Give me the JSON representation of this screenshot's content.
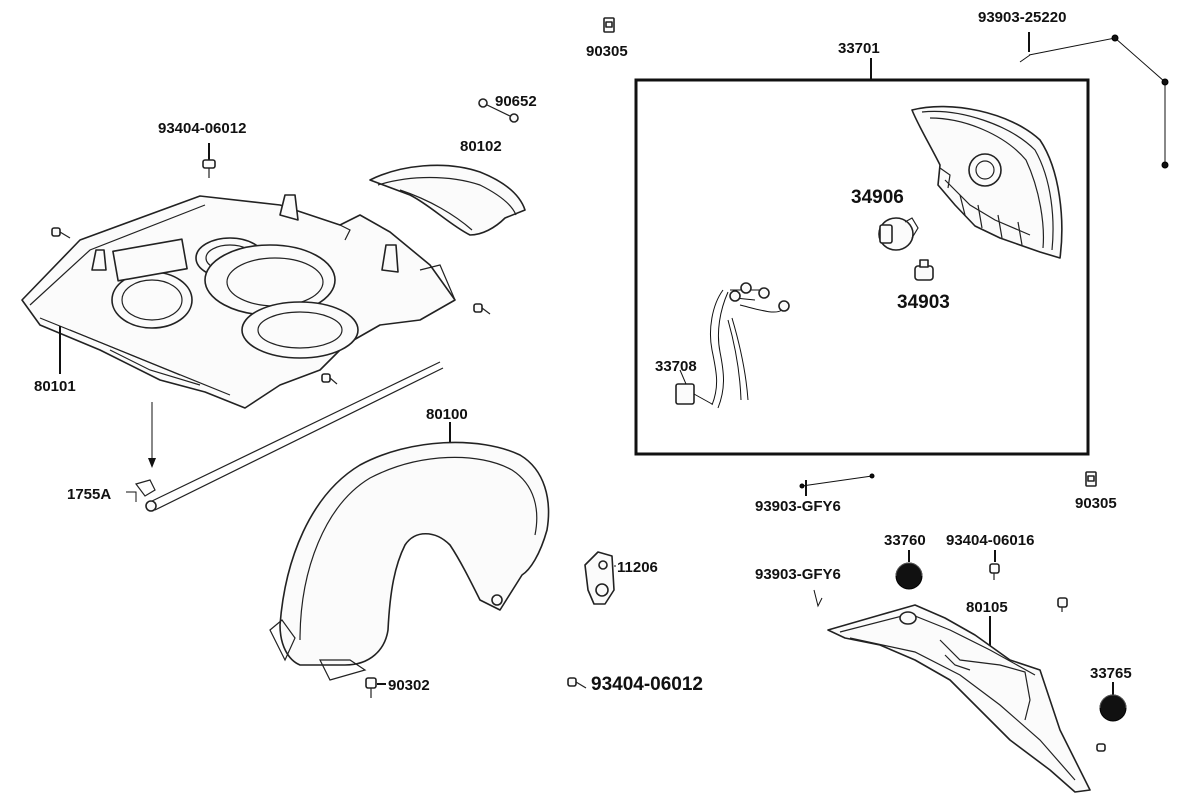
{
  "parts": {
    "p90305_top": "90305",
    "p93903_25220": "93903-25220",
    "p33701": "33701",
    "p90652": "90652",
    "p93404_06012_top": "93404-06012",
    "p80102": "80102",
    "p34906": "34906",
    "p34903": "34903",
    "p33708": "33708",
    "p80101": "80101",
    "p80100": "80100",
    "p1755A": "1755A",
    "p93903_GFY6_a": "93903-GFY6",
    "p90305_right": "90305",
    "p33760": "33760",
    "p93404_06016": "93404-06016",
    "p11206": "11206",
    "p93903_GFY6_b": "93903-GFY6",
    "p80105": "80105",
    "p90302": "90302",
    "p93404_06012_bottom": "93404-06012",
    "p33765": "33765"
  }
}
